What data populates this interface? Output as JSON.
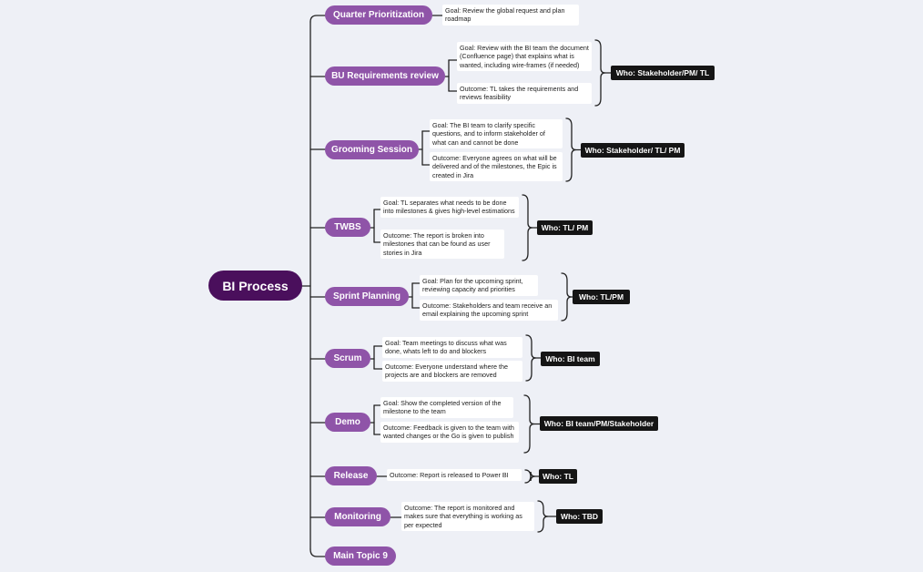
{
  "root": {
    "label": "BI Process"
  },
  "topics": [
    {
      "key": "quarter-prioritization",
      "label": "Quarter Prioritization",
      "notes": [
        "Goal: Review the global request and plan roadmap"
      ],
      "who": ""
    },
    {
      "key": "bu-requirements-review",
      "label": "BU Requirements review",
      "notes": [
        "Goal: Review with the BI team the document (Confluence page) that explains what is wanted, including wire-frames (if needed)",
        "Outcome: TL takes the requirements and reviews feasibility"
      ],
      "who": "Who: Stakeholder/PM/ TL"
    },
    {
      "key": "grooming-session",
      "label": "Grooming Session",
      "notes": [
        "Goal: The BI team to clarify specific questions, and to inform stakeholder of what can and cannot be done",
        "Outcome: Everyone agrees on what will be delivered and of the milestones, the Epic is created in Jira"
      ],
      "who": "Who: Stakeholder/ TL/ PM"
    },
    {
      "key": "twbs",
      "label": "TWBS",
      "notes": [
        "Goal: TL separates what needs to be done into milestones & gives high-level estimations",
        "Outcome: The report is broken into milestones that can be found as user stories in Jira"
      ],
      "who": "Who: TL/ PM"
    },
    {
      "key": "sprint-planning",
      "label": "Sprint Planning",
      "notes": [
        "Goal: Plan for the upcoming sprint, reviewing capacity and priorities",
        "Outcome: Stakeholders and team receive an email explaining the upcoming sprint"
      ],
      "who": "Who: TL/PM"
    },
    {
      "key": "scrum",
      "label": "Scrum",
      "notes": [
        "Goal: Team meetings to discuss what was done, whats left to do and blockers",
        "Outcome: Everyone understand where the projects are and blockers are removed"
      ],
      "who": "Who: BI team"
    },
    {
      "key": "demo",
      "label": "Demo",
      "notes": [
        "Goal: Show the completed version of the milestone to the team",
        "Outcome: Feedback is given to the team with wanted changes or the Go is given to publish"
      ],
      "who": "Who: BI team/PM/Stakeholder"
    },
    {
      "key": "release",
      "label": "Release",
      "notes": [
        "Outcome: Report is released to Power BI"
      ],
      "who": "Who: TL"
    },
    {
      "key": "monitoring",
      "label": "Monitoring",
      "notes": [
        "Outcome: The report is monitored and makes sure that everything is working as per expected"
      ],
      "who": "Who: TBD"
    },
    {
      "key": "main-topic-9",
      "label": "Main Topic 9",
      "notes": [],
      "who": ""
    }
  ],
  "colors": {
    "root": "#4a0f5c",
    "topic": "#8f54a8",
    "who": "#151515",
    "line": "#222222",
    "background": "#eef0f6"
  }
}
